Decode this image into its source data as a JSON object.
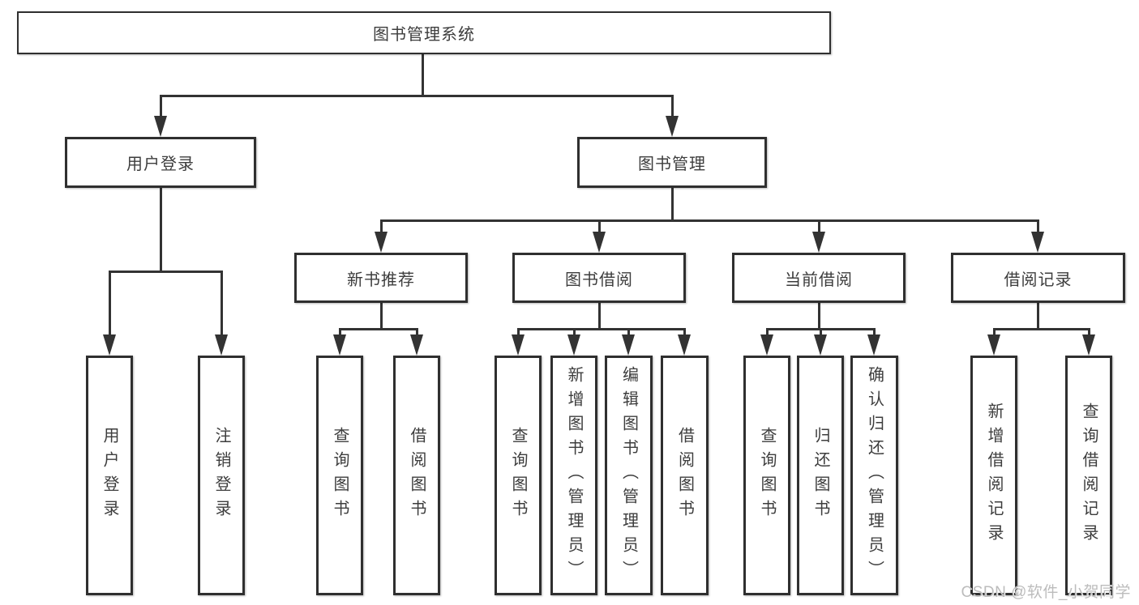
{
  "diagram": {
    "root": "图书管理系统",
    "level2": [
      {
        "label": "用户登录",
        "children": [
          "用户登录",
          "注销登录"
        ]
      },
      {
        "label": "图书管理"
      }
    ],
    "level3": [
      {
        "label": "新书推荐",
        "children": [
          "查询图书",
          "借阅图书"
        ]
      },
      {
        "label": "图书借阅",
        "children": [
          "查询图书",
          "新增图书（管理员）",
          "编辑图书（管理员）",
          "借阅图书"
        ]
      },
      {
        "label": "当前借阅",
        "children": [
          "查询图书",
          "归还图书",
          "确认归还（管理员）"
        ]
      },
      {
        "label": "借阅记录",
        "children": [
          "新增借阅记录",
          "查询借阅记录"
        ]
      }
    ]
  },
  "watermark": "CSDN @软件_小贺同学",
  "colors": {
    "line": "#333333",
    "border": "#2f2f2f",
    "text": "#3d3d3d",
    "watermark": "#bcbcbc",
    "background": "#ffffff"
  }
}
